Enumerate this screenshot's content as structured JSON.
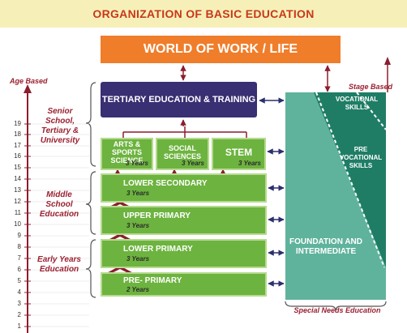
{
  "title": "ORGANIZATION OF BASIC EDUCATION",
  "world_of_work": "WORLD OF WORK / LIFE",
  "tertiary": "TERTIARY EDUCATION & TRAINING",
  "age_based": "Age Based",
  "stage_based": "Stage Based",
  "senior_boxes": [
    {
      "label": "ARTS & SPORTS SCIENCE",
      "years": "3 Years"
    },
    {
      "label": "SOCIAL SCIENCES",
      "years": "3 Years"
    },
    {
      "label": "STEM",
      "years": "3 Years"
    }
  ],
  "levels": [
    {
      "label": "LOWER SECONDARY",
      "years": "3 Years"
    },
    {
      "label": "UPPER PRIMARY",
      "years": "3 Years"
    },
    {
      "label": "LOWER PRIMARY",
      "years": "3 Years"
    },
    {
      "label": "PRE- PRIMARY",
      "years": "2 Years"
    }
  ],
  "stages": {
    "senior": "Senior School, Tertiary & University",
    "middle": "Middle School Education",
    "early": "Early Years Education"
  },
  "ages": [
    "19",
    "18",
    "17",
    "16",
    "15",
    "14",
    "13",
    "12",
    "11",
    "10",
    "9",
    "8",
    "7",
    "6",
    "5",
    "4",
    "3",
    "2",
    "1"
  ],
  "vocational_skills": "VOCATIONAL SKILLS",
  "pre_vocational_skills": "PRE VOCATIONAL SKILLS",
  "foundation": "FOUNDATION AND INTERMEDIATE",
  "special_needs": "Special Needs Education",
  "colors": {
    "title_red": "#c8381b",
    "title_band": "#f6f0b8",
    "orange": "#f07d2a",
    "purple": "#392f73",
    "green": "#6db33f",
    "teal": "#5fb39c",
    "teal_dark": "#1f7d66",
    "arrow_maroon": "#8c1d2c",
    "arrow_navy": "#2b2f6e"
  }
}
